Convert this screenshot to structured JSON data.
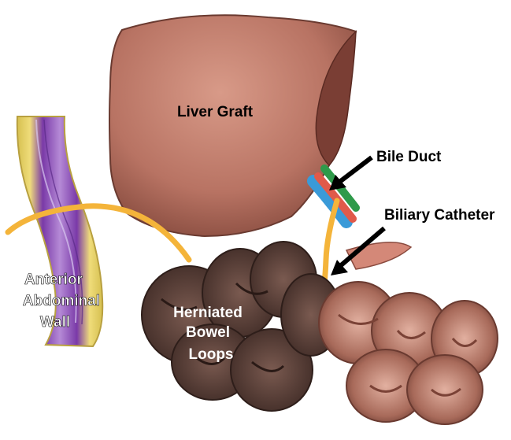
{
  "labels": {
    "liver_graft": "Liver Graft",
    "bile_duct": "Bile Duct",
    "biliary_catheter": "Biliary Catheter",
    "abdominal_wall_line1": "Anterior",
    "abdominal_wall_line2": "Abdominal",
    "abdominal_wall_line3": "Wall",
    "bowel_line1": "Herniated",
    "bowel_line2": "Bowel",
    "bowel_line3": "Loops"
  },
  "colors": {
    "liver": "#b87363",
    "liver_dark": "#8a4d40",
    "catheter": "#f4b43a",
    "wall_yellow": "#e9d46b",
    "wall_purple": "#8a4bb5",
    "bowel_dark": "#5a4038",
    "bowel_light": "#a86a5a",
    "duct_green": "#2e9a4a",
    "duct_red": "#e05a4a",
    "duct_blue": "#3a9ad8",
    "arrow": "#000000"
  }
}
